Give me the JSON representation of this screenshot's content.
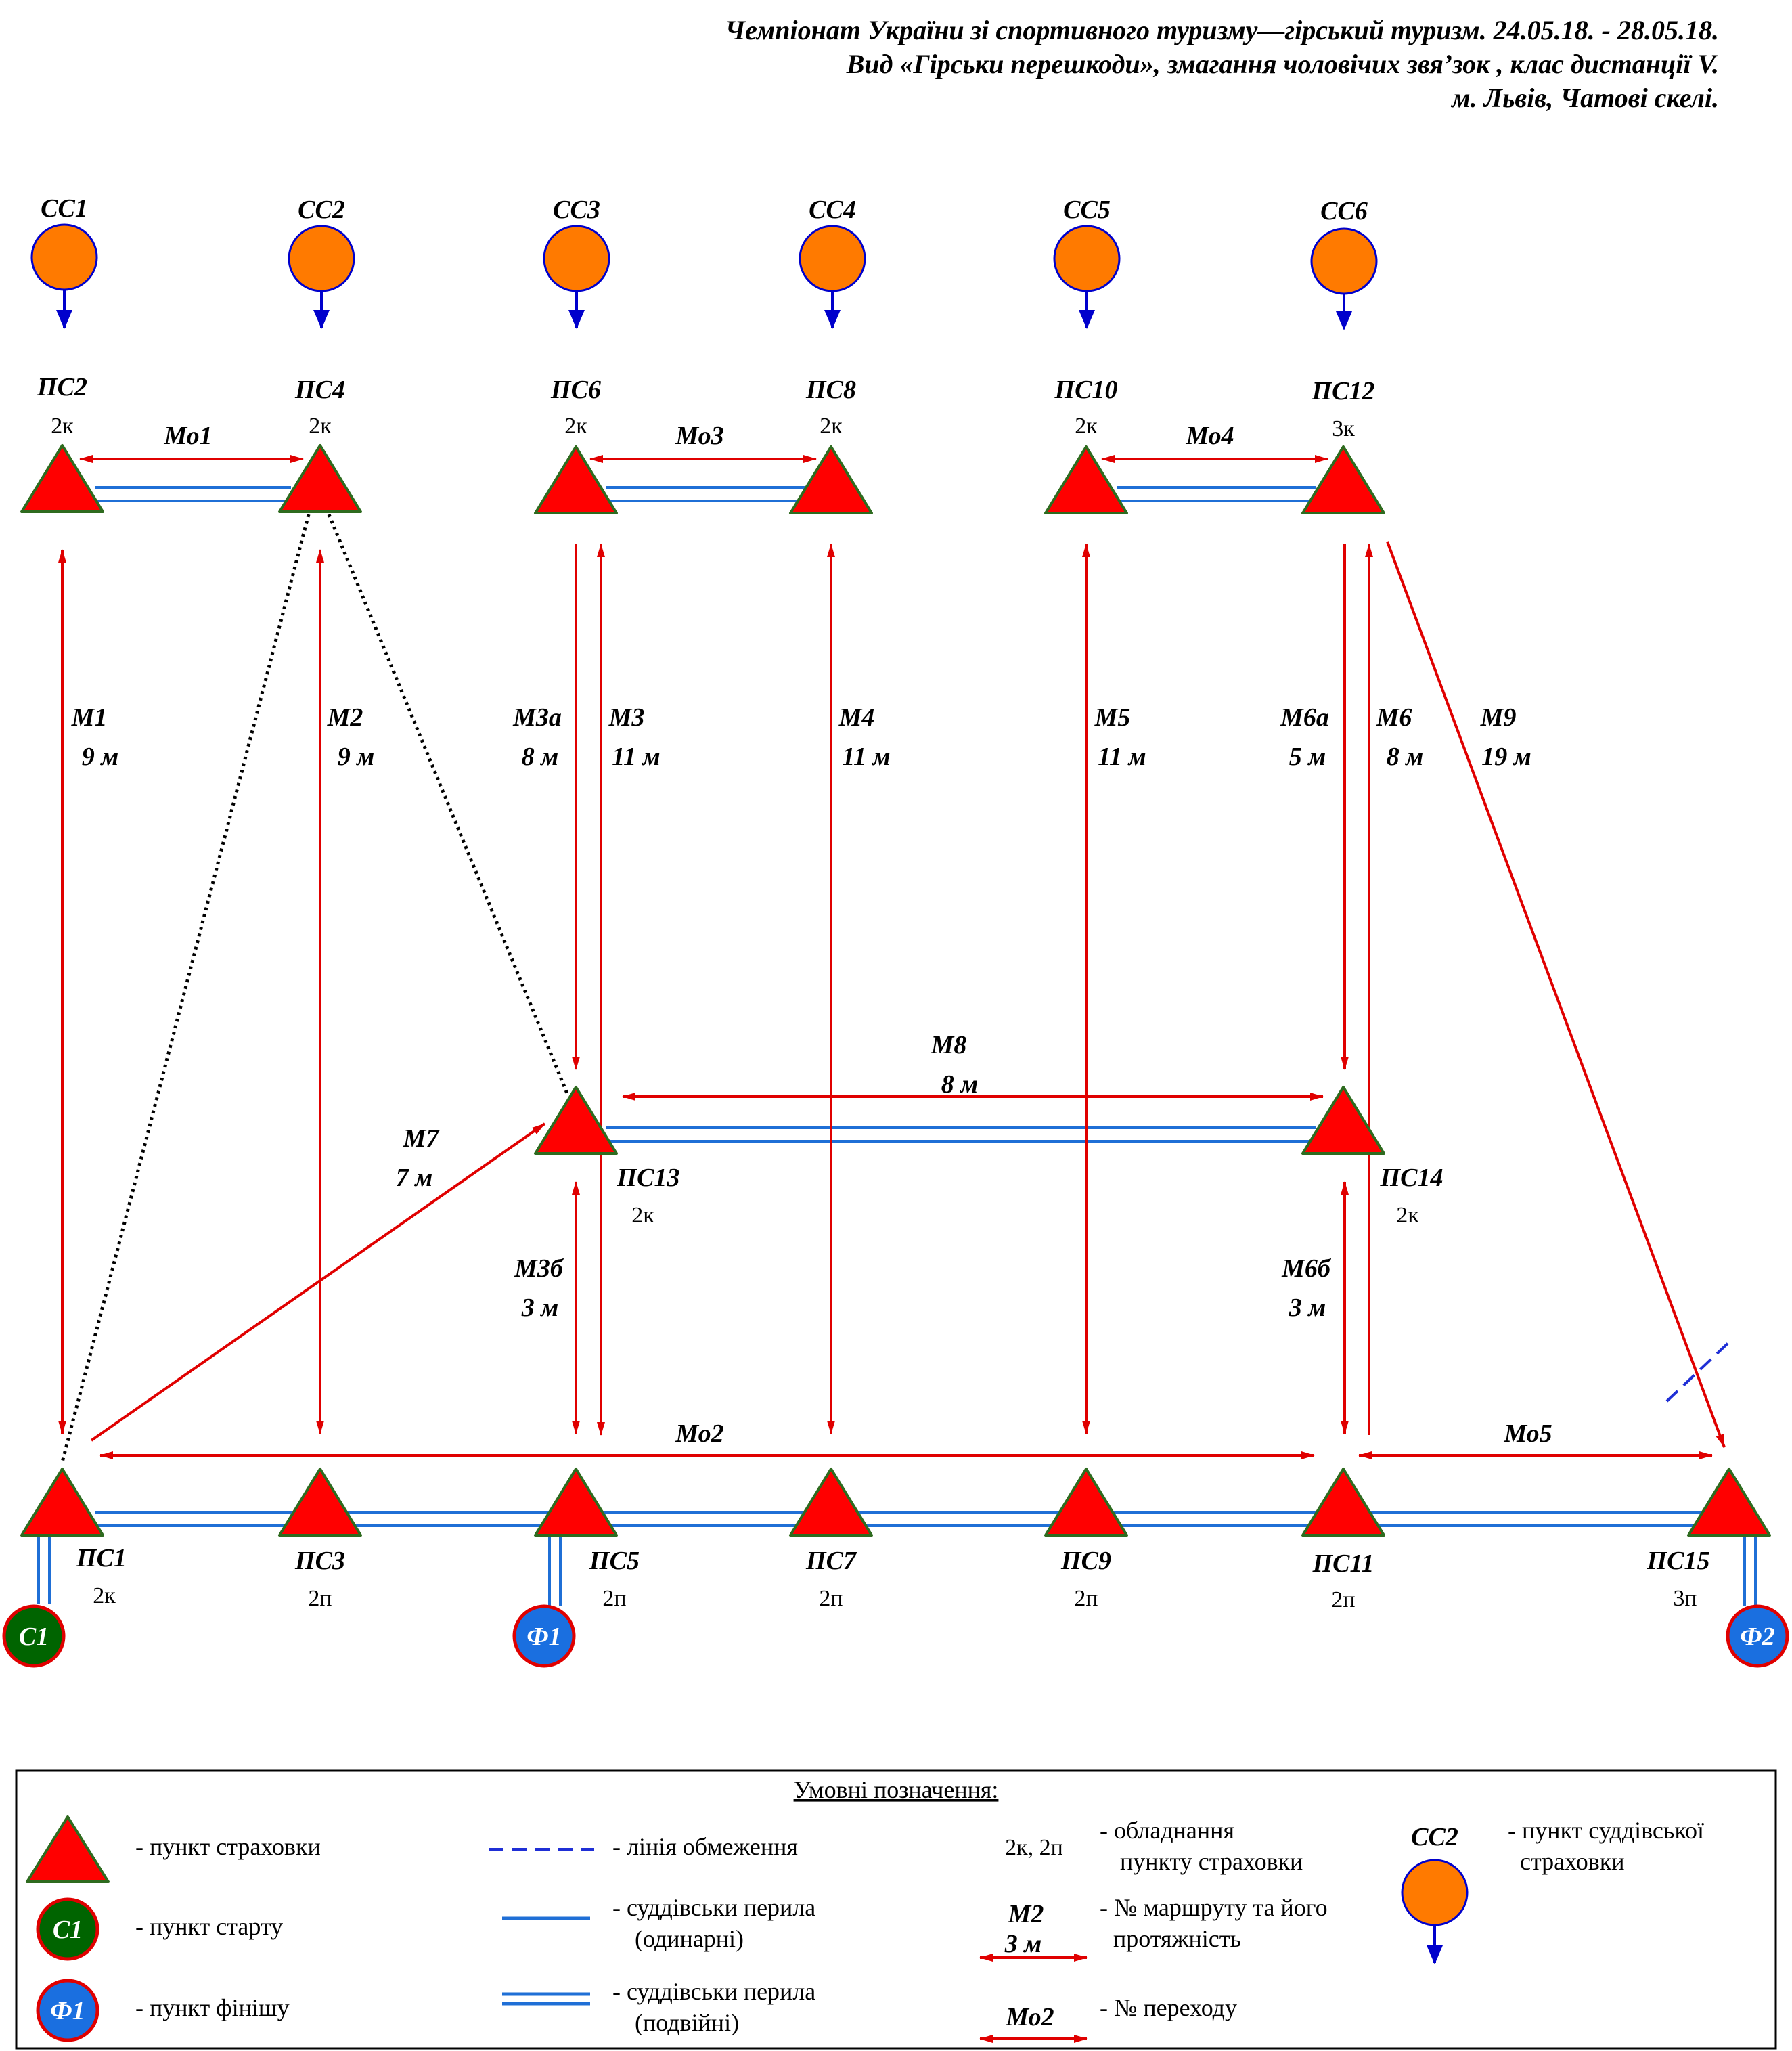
{
  "header": {
    "line1": "Чемпіонат України зі спортивного туризму—гірський туризм. 24.05.18. - 28.05.18.",
    "line2": "Вид «Гірськи перешкоди», змагання чоловічих звя’зок , клас дистанції V.",
    "line3": "м. Львів, Чатові скелі."
  },
  "judges": [
    "СС1",
    "СС2",
    "СС3",
    "СС4",
    "СС5",
    "СС6"
  ],
  "top_points": [
    {
      "name": "ПС2",
      "equip": "2к"
    },
    {
      "name": "ПС4",
      "equip": "2к"
    },
    {
      "name": "ПС6",
      "equip": "2к"
    },
    {
      "name": "ПС8",
      "equip": "2к"
    },
    {
      "name": "ПС10",
      "equip": "2к"
    },
    {
      "name": "ПС12",
      "equip": "3к"
    }
  ],
  "mid_points": [
    {
      "name": "ПС13",
      "equip": "2к"
    },
    {
      "name": "ПС14",
      "equip": "2к"
    }
  ],
  "bottom_points": [
    {
      "name": "ПС1",
      "equip": "2к"
    },
    {
      "name": "ПС3",
      "equip": "2п"
    },
    {
      "name": "ПС5",
      "equip": "2п"
    },
    {
      "name": "ПС7",
      "equip": "2п"
    },
    {
      "name": "ПС9",
      "equip": "2п"
    },
    {
      "name": "ПС11",
      "equip": "2п"
    },
    {
      "name": "ПС15",
      "equip": "3п"
    }
  ],
  "routes": [
    {
      "name": "М1",
      "length": "9 м"
    },
    {
      "name": "М2",
      "length": "9 м"
    },
    {
      "name": "М3а",
      "length": "8 м"
    },
    {
      "name": "М3",
      "length": "11 м"
    },
    {
      "name": "М4",
      "length": "11 м"
    },
    {
      "name": "М5",
      "length": "11 м"
    },
    {
      "name": "М6а",
      "length": "5 м"
    },
    {
      "name": "М6",
      "length": "8 м"
    },
    {
      "name": "М9",
      "length": "19 м"
    },
    {
      "name": "М8",
      "length": "8 м"
    },
    {
      "name": "М7",
      "length": "7 м"
    },
    {
      "name": "М3б",
      "length": "3 м"
    },
    {
      "name": "М6б",
      "length": "3 м"
    }
  ],
  "transitions": [
    "Мо1",
    "Мо3",
    "Мо4",
    "Мо2",
    "Мо5"
  ],
  "start": "С1",
  "finishes": [
    "Ф1",
    "Ф2"
  ],
  "legend": {
    "title": "Умовні позначення:",
    "belay_point": "- пункт страховки",
    "start_sample": "С1",
    "start_point": "- пункт старту",
    "finish_sample": "Ф1",
    "finish_point": "- пункт фінішу",
    "limit_line": "- лінія обмеження",
    "single_rail_1": "- суддівськи перила",
    "single_rail_2": "(одинарні)",
    "double_rail_1": "- суддівськи перила",
    "double_rail_2": "(подвійні)",
    "equip_sample": "2к, 2п",
    "equip_1": "- обладнання",
    "equip_2": "пункту страховки",
    "route_sample_name": "М2",
    "route_sample_len": "3 м",
    "route_1": "- № маршруту та його",
    "route_2": "протяжність",
    "trans_sample": "Мо2",
    "trans_1": "- № переходу",
    "judge_sample": "СС2",
    "judge_1": "- пункт суддівської",
    "judge_2": "страховки"
  },
  "colors": {
    "triangle_fill": "#ff0000",
    "triangle_stroke": "#2e6b1f",
    "arrow": "#e00000",
    "rail": "#1f6fd6",
    "judge_fill": "#ff7a00",
    "judge_arrow": "#0000cc",
    "start_fill": "#006400",
    "finish_fill": "#1a6fe0",
    "circle_ring": "#e00000"
  }
}
